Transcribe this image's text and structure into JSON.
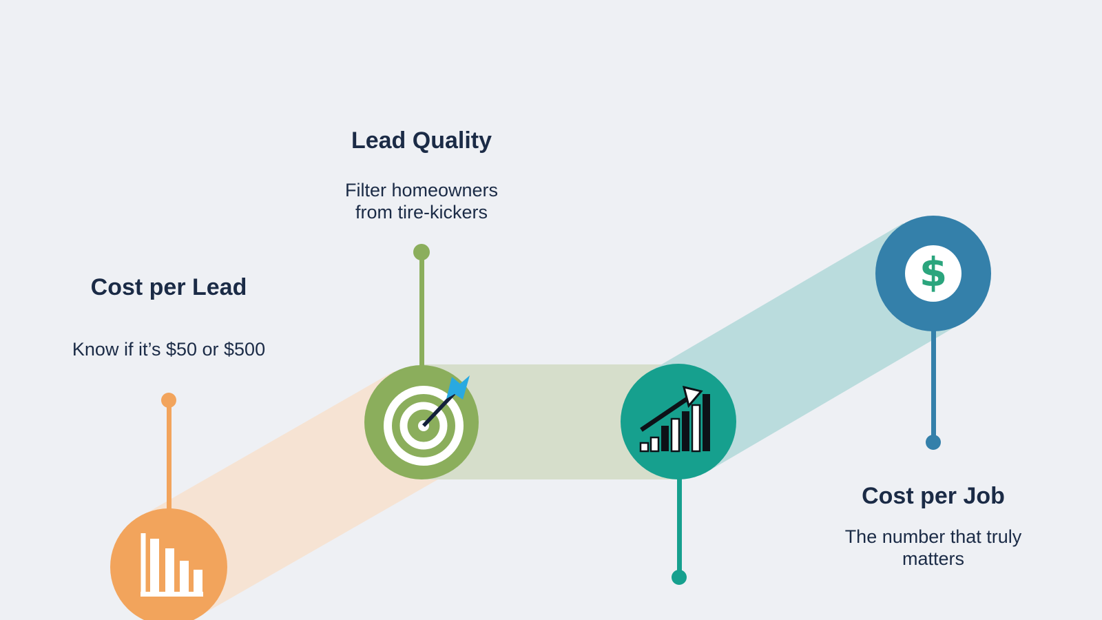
{
  "infographic": {
    "background_color": "#eef0f4",
    "text_color": "#1b2b46",
    "nodes": [
      {
        "title": "Cost per Lead",
        "subtitle": "Know if it’s $50 or $500",
        "icon": "bar-chart-descending-icon",
        "color": "#f2a45c",
        "ribbon_color": "#f6e3d3"
      },
      {
        "title": "Lead Quality",
        "subtitle": "Filter homeowners\nfrom tire-kickers",
        "icon": "target-arrow-icon",
        "color": "#8bae5c",
        "ribbon_color": "#d6decb",
        "arrow_fletch_color": "#29a9e1"
      },
      {
        "icon": "growth-bars-arrow-icon",
        "color": "#16a08e",
        "ribbon_color": "#badcdd"
      },
      {
        "title": "Cost per Job",
        "subtitle": "The number that truly\nmatters",
        "icon": "dollar-sign-icon",
        "dollar_symbol": "$",
        "color": "#3480aa",
        "dollar_color": "#2ba57d"
      }
    ]
  }
}
